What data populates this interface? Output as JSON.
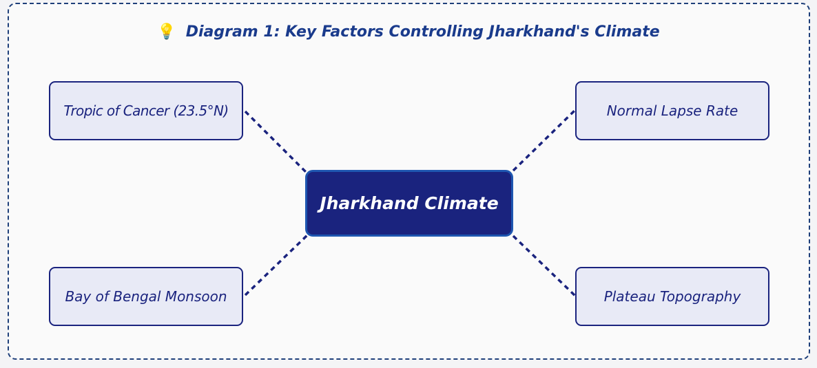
{
  "diagram": {
    "title": "Diagram 1: Key Factors Controlling Jharkhand's Climate",
    "title_icon": "lightbulb-icon",
    "center": "Jharkhand Climate",
    "factors": [
      {
        "label": "Tropic of Cancer (23.5°N)"
      },
      {
        "label": "Normal Lapse Rate"
      },
      {
        "label": "Bay of Bengal Monsoon"
      },
      {
        "label": "Plateau Topography"
      }
    ],
    "colors": {
      "frame_border": "#1e3f7a",
      "node_fill": "#e8eaf6",
      "node_border": "#1a237e",
      "center_fill": "#1a237e",
      "title": "#1a3b8c"
    }
  }
}
